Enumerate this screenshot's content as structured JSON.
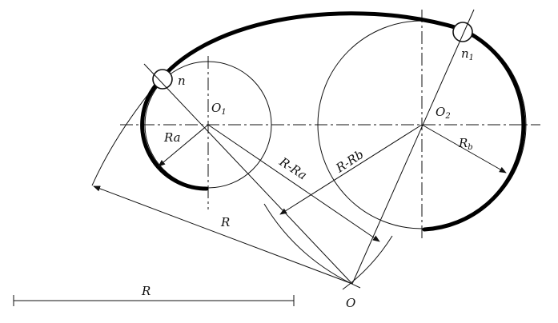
{
  "labels": {
    "point_n": "n",
    "point_n1": "n",
    "point_n1_sub": "1",
    "center_o1": "O",
    "center_o1_sub": "1",
    "center_o2": "O",
    "center_o2_sub": "2",
    "center_o": "O",
    "radius_ra": "Ra",
    "radius_rb": "R",
    "radius_rb_sub": "b",
    "r_minus_ra": "R-Ra",
    "r_minus_rb": "R-Rb",
    "radius_r": "R",
    "scale_r": "R"
  }
}
